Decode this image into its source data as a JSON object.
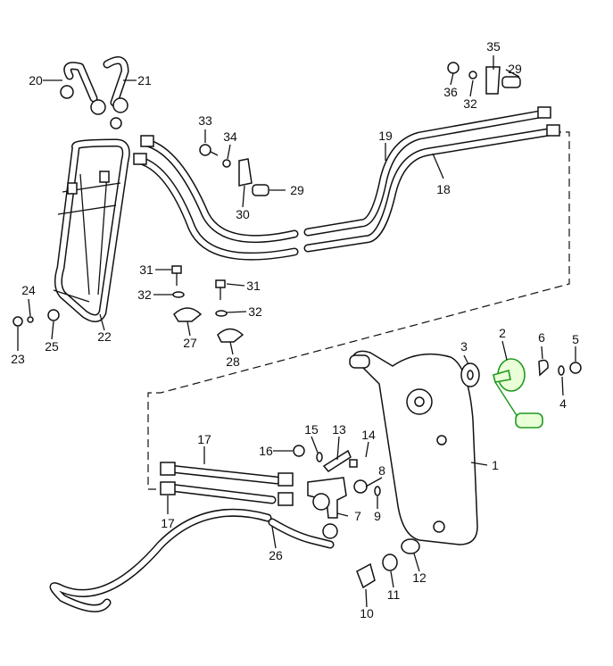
{
  "diagram": {
    "highlight_color": "#1e9a1e",
    "highlighted_part": "2",
    "callouts": [
      "20",
      "21",
      "35",
      "29",
      "36",
      "32",
      "33",
      "34",
      "19",
      "18",
      "29",
      "30",
      "31",
      "31",
      "32",
      "32",
      "24",
      "23",
      "25",
      "22",
      "27",
      "28",
      "3",
      "2",
      "6",
      "5",
      "4",
      "1",
      "17",
      "17",
      "16",
      "15",
      "13",
      "14",
      "8",
      "9",
      "7",
      "26",
      "12",
      "11",
      "10"
    ]
  }
}
